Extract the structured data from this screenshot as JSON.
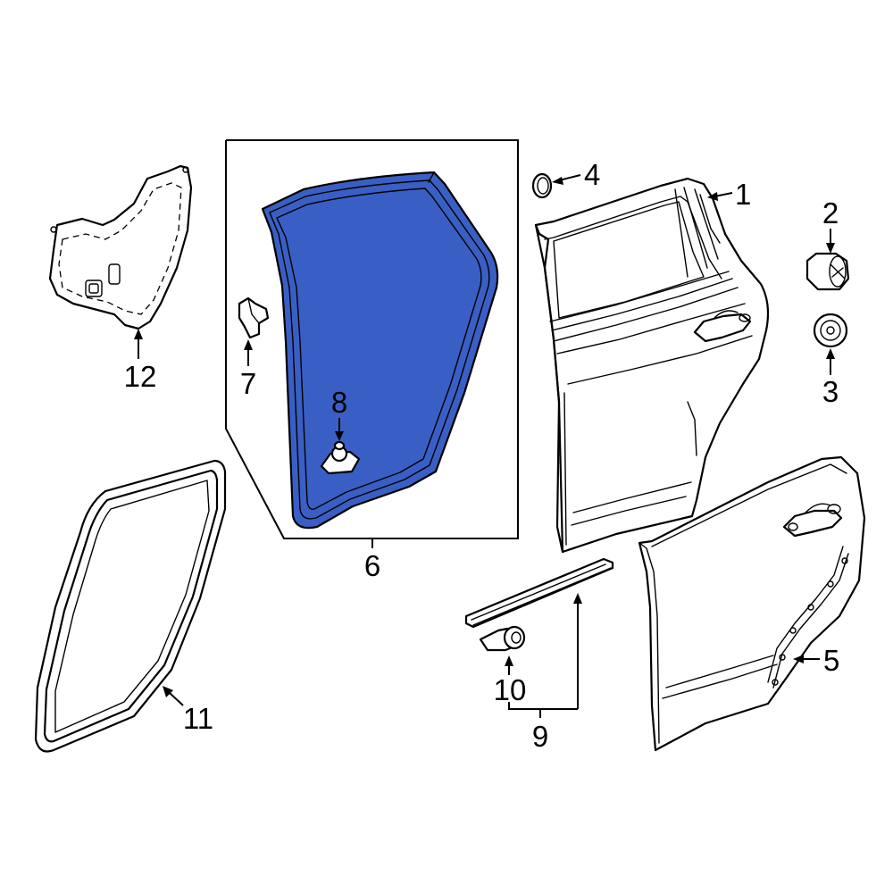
{
  "callouts": [
    {
      "id": "p1",
      "number": "1"
    },
    {
      "id": "p2",
      "number": "2"
    },
    {
      "id": "p3",
      "number": "3"
    },
    {
      "id": "p4",
      "number": "4"
    },
    {
      "id": "p5",
      "number": "5"
    },
    {
      "id": "p6",
      "number": "6"
    },
    {
      "id": "p7",
      "number": "7"
    },
    {
      "id": "p8",
      "number": "8"
    },
    {
      "id": "p9",
      "number": "9"
    },
    {
      "id": "p10",
      "number": "10"
    },
    {
      "id": "p11",
      "number": "11"
    },
    {
      "id": "p12",
      "number": "12"
    }
  ],
  "colors": {
    "highlight_fill": "#3a5fc4",
    "line": "#000000",
    "background": "#ffffff"
  }
}
